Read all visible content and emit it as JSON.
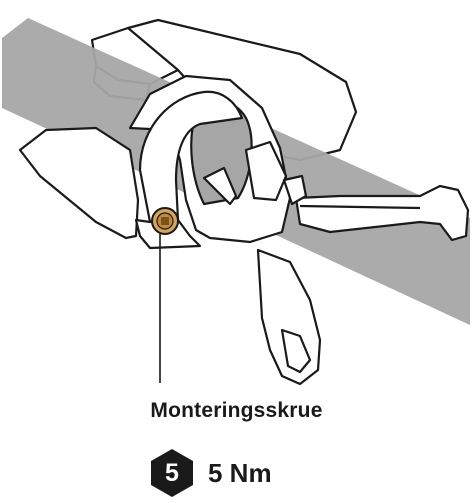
{
  "labels": {
    "screw": "Monteringsskrue"
  },
  "torque": {
    "hex_key_size": "5",
    "value": "5 Nm"
  },
  "colors": {
    "handlebar": "#a6a6a6",
    "outline": "#1a1a1a",
    "screw": "#d4a45a",
    "hex_badge": "#1a1a1a"
  },
  "icons": {
    "hex_badge": "hexagon-icon",
    "screw": "screw-icon"
  }
}
